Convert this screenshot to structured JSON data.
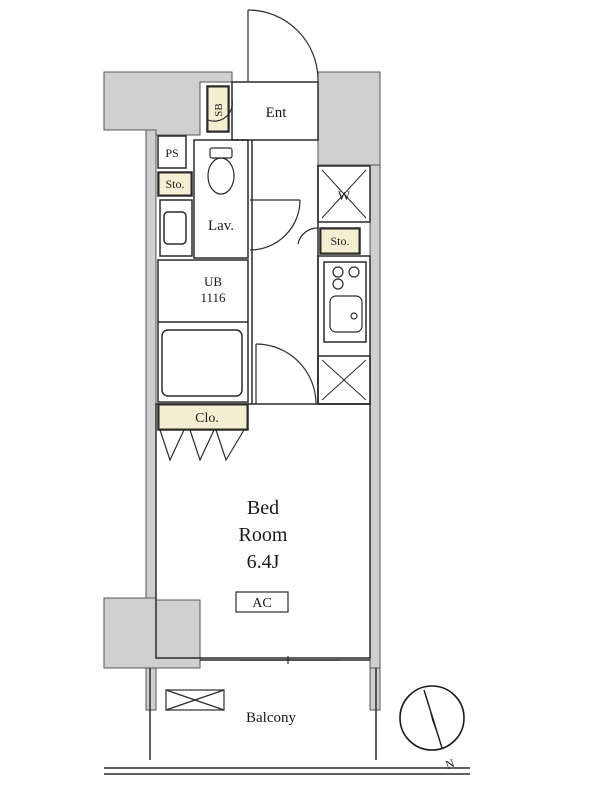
{
  "rooms": {
    "entrance": "Ent",
    "shoe_box": "SB",
    "pipe_space": "PS",
    "storage_left": "Sto.",
    "lavatory": "Lav.",
    "washer": "W",
    "storage_right": "Sto.",
    "unit_bath_line1": "UB",
    "unit_bath_line2": "1116",
    "closet": "Clo.",
    "bedroom_line1": "Bed",
    "bedroom_line2": "Room",
    "bedroom_size": "6.4J",
    "air_conditioner": "AC",
    "balcony": "Balcony"
  },
  "compass": {
    "north_label": "N"
  },
  "colors": {
    "wall_fill": "#cfcfcf",
    "storage_fill": "#f4efd2",
    "line": "#2b2b2b"
  }
}
